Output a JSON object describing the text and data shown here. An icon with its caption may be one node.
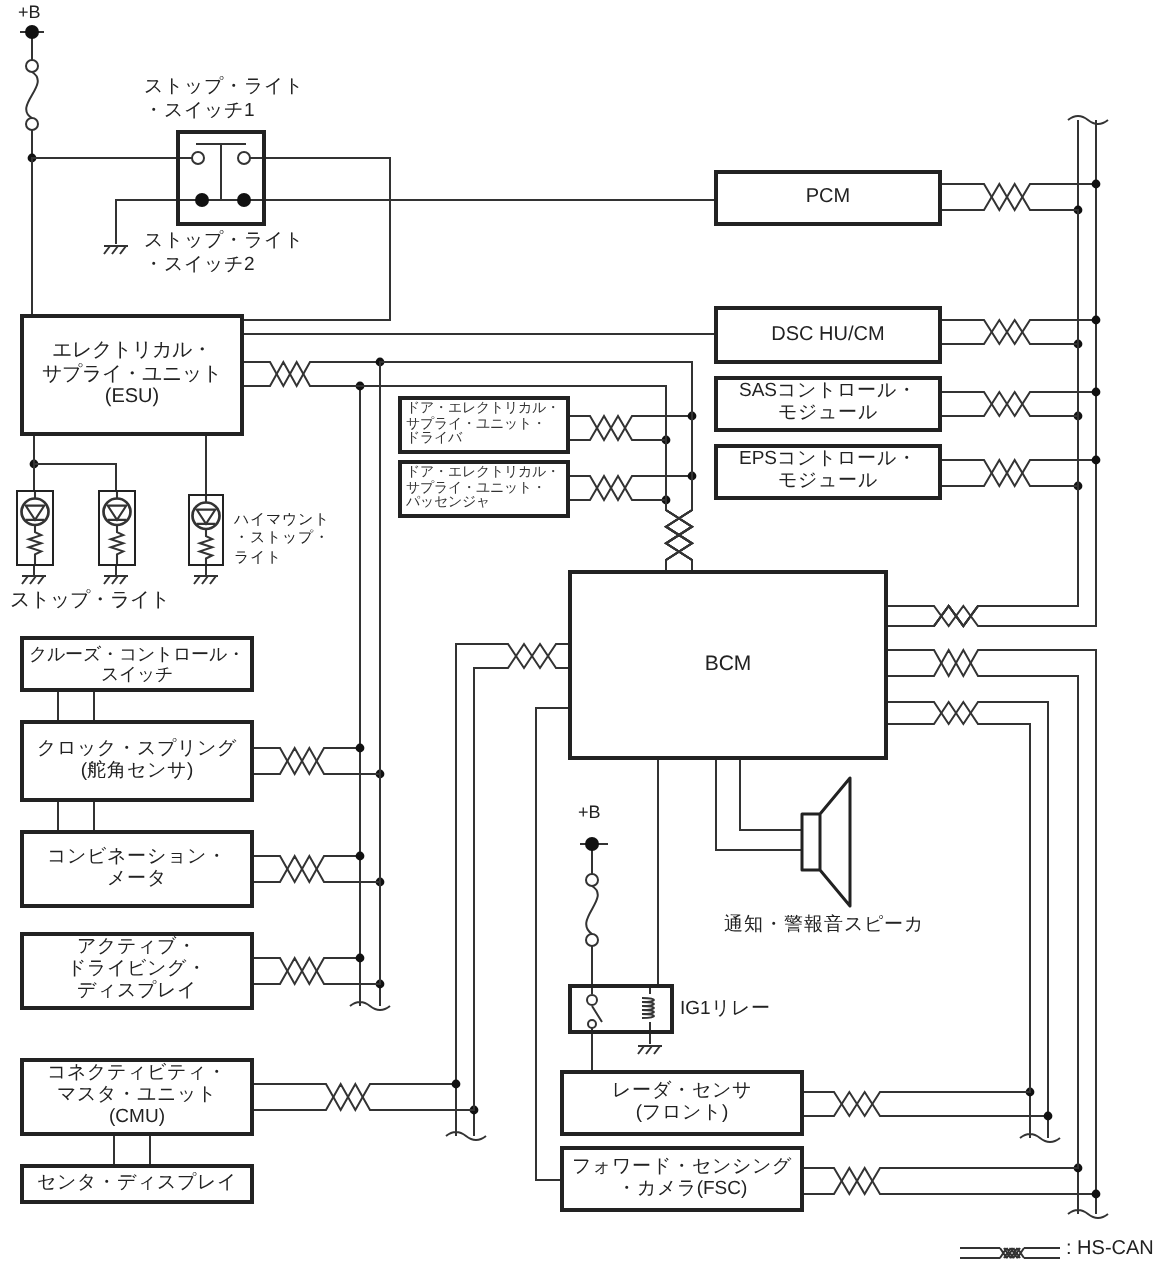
{
  "diagram": {
    "nodes": [
      {
        "text": [],
        "shape": "switch",
        "beside": [
          "ストップ・ライト・スイッチ1",
          "ストップ・ライト・スイッチ2"
        ]
      },
      {
        "text": [
          "PCM"
        ]
      },
      {
        "text": [
          "エレクトリカル・サプライ・ユニット(ESU)"
        ]
      },
      {
        "text": [
          "DSC HU/CM"
        ]
      },
      {
        "text": [
          "ドア・エレクトリカル・サプライ・ユニット・ドライバ"
        ]
      },
      {
        "text": [
          "SASコントロール・モジュール"
        ]
      },
      {
        "text": [
          "ドア・エレクトリカル・サプライ・ユニット・パッセンジャ"
        ]
      },
      {
        "text": [
          "EPSコントロール・モジュール"
        ]
      },
      {
        "text": [],
        "shape": "lamp"
      },
      {
        "text": [],
        "shape": "lamp"
      },
      {
        "text": [],
        "shape": "lamp",
        "beside": [
          "ハイマウント・ストップ・ライト"
        ]
      },
      {
        "text": [
          "クルーズ・コントロール・スイッチ"
        ]
      },
      {
        "text": [
          "BCM"
        ]
      },
      {
        "text": [
          "クロック・スプリング(舵角センサ)"
        ]
      },
      {
        "text": [
          "コンビネーション・メータ"
        ]
      },
      {
        "text": [
          "アクティブ・ドライビング・ディスプレイ"
        ]
      },
      {
        "text": [],
        "shape": "speaker",
        "beside": [
          "通知・警報音スピーカ"
        ]
      },
      {
        "text": [],
        "shape": "relay",
        "beside": [
          "IG1リレー"
        ]
      },
      {
        "text": [
          "コネクティビティ・マスタ・ユニット(CMU)"
        ]
      },
      {
        "text": [
          "レーダ・センサ(フロント)"
        ]
      },
      {
        "text": [
          "フォワード・センシング・カメラ(FSC)"
        ]
      },
      {
        "text": [
          "センタ・ディスプレイ"
        ]
      }
    ],
    "edges": [
      {
        "from": 0,
        "to": 1,
        "arrow": "none"
      },
      {
        "from": 0,
        "to": 2,
        "arrow": "none"
      },
      {
        "from": 0,
        "to": 2,
        "arrow": "none"
      },
      {
        "from": 2,
        "to": 3,
        "arrow": "none"
      },
      {
        "from": 2,
        "to": 8,
        "arrow": "none"
      },
      {
        "from": 2,
        "to": 9,
        "arrow": "none"
      },
      {
        "from": 2,
        "to": 10,
        "arrow": "none"
      },
      {
        "from": 11,
        "to": 13,
        "arrow": "none"
      },
      {
        "from": 13,
        "to": 14,
        "arrow": "none"
      },
      {
        "from": 18,
        "to": 21,
        "arrow": "none"
      },
      {
        "from": 12,
        "to": 16,
        "arrow": "none"
      },
      {
        "from": 12,
        "to": 17,
        "arrow": "none"
      },
      {
        "from": 17,
        "to": 19,
        "arrow": "none"
      },
      {
        "from": 12,
        "to": 20,
        "arrow": "none"
      },
      {
        "from": 1,
        "to": 12,
        "arrow": "none"
      },
      {
        "from": 3,
        "to": 12,
        "arrow": "none"
      },
      {
        "from": 5,
        "to": 12,
        "arrow": "none"
      },
      {
        "from": 7,
        "to": 12,
        "arrow": "none"
      },
      {
        "from": 12,
        "to": 20,
        "arrow": "none"
      },
      {
        "from": 12,
        "to": 19,
        "arrow": "none"
      },
      {
        "from": 2,
        "to": 12,
        "arrow": "none"
      },
      {
        "from": 4,
        "to": 12,
        "arrow": "none"
      },
      {
        "from": 6,
        "to": 12,
        "arrow": "none"
      },
      {
        "from": 13,
        "to": 12,
        "arrow": "none"
      },
      {
        "from": 14,
        "to": 12,
        "arrow": "none"
      },
      {
        "from": 15,
        "to": 12,
        "arrow": "none"
      },
      {
        "from": 18,
        "to": 12,
        "arrow": "none"
      }
    ],
    "labels": [
      "+B",
      "ストップ・ライト",
      "+B"
    ],
    "legend": [
      {
        "text": ": HS-CAN"
      }
    ]
  }
}
